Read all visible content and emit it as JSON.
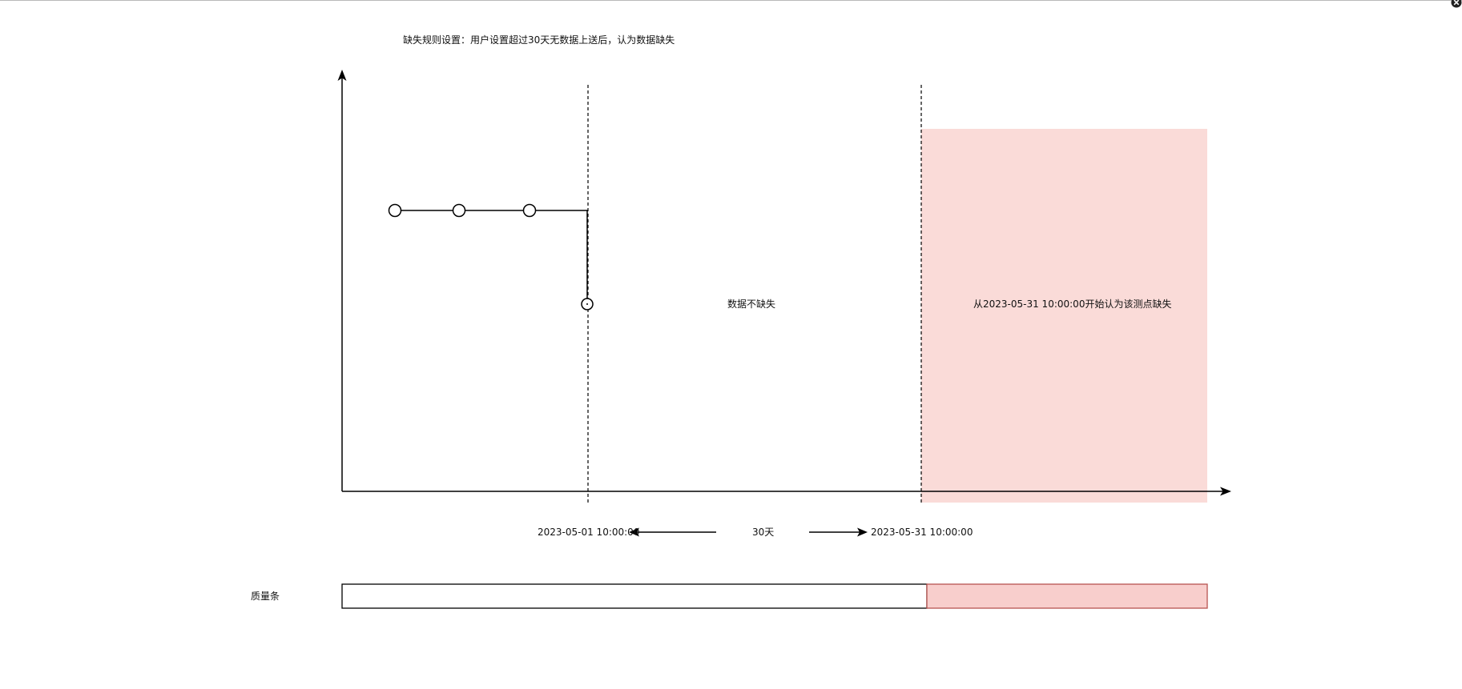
{
  "title": "缺失规则设置：用户设置超过30天无数据上送后，认为数据缺失",
  "labels": {
    "not_missing": "数据不缺失",
    "missing_from": "从2023-05-31 10:00:00开始认为该测点缺失",
    "start_time": "2023-05-01 10:00:00",
    "end_time": "2023-05-31 10:00:00",
    "interval": "30天",
    "quality_bar": "质量条"
  },
  "colors": {
    "missing_fill": "#fadbd8",
    "bar_missing_fill": "#f8cecc",
    "bar_missing_stroke": "#b85450",
    "line": "#000000"
  },
  "icons": {
    "close": "close-icon"
  }
}
